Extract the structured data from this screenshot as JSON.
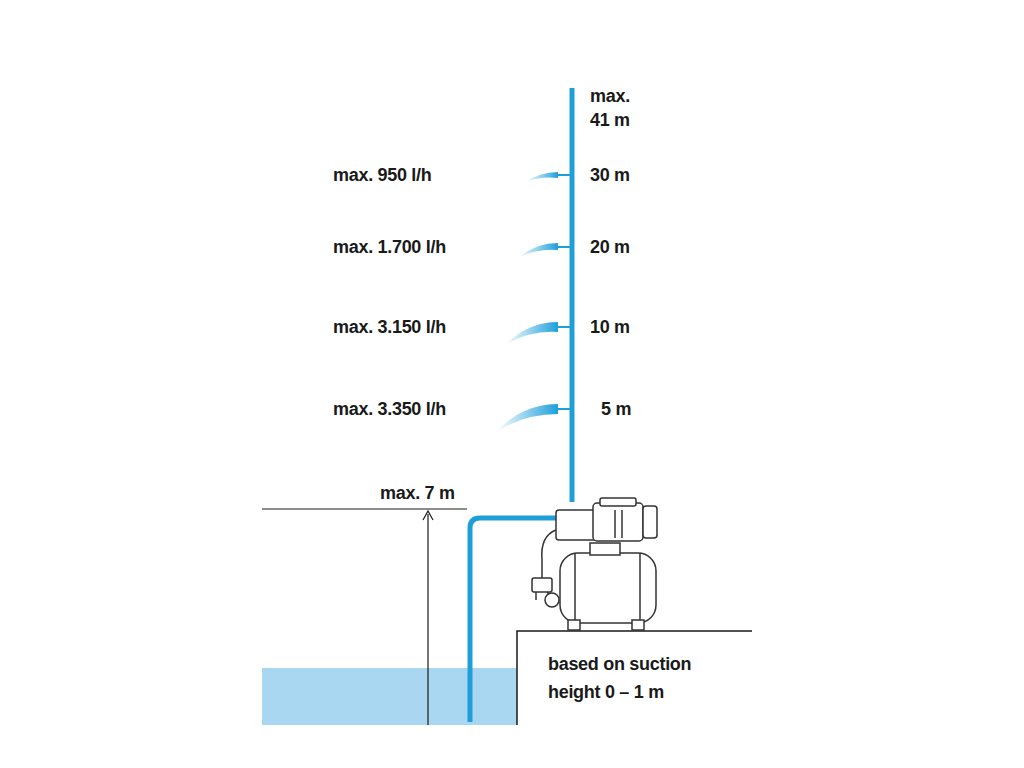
{
  "diagram": {
    "labels": [
      "max. 41 m",
      "max. 950 l/h",
      "30 m",
      "max. 1.700 l/h",
      "20 m",
      "max. 3.150 l/h",
      "10 m",
      "max. 3.350 l/h",
      "5 m",
      "max. 7 m",
      "based on suction height 0 – 1 m"
    ]
  }
}
